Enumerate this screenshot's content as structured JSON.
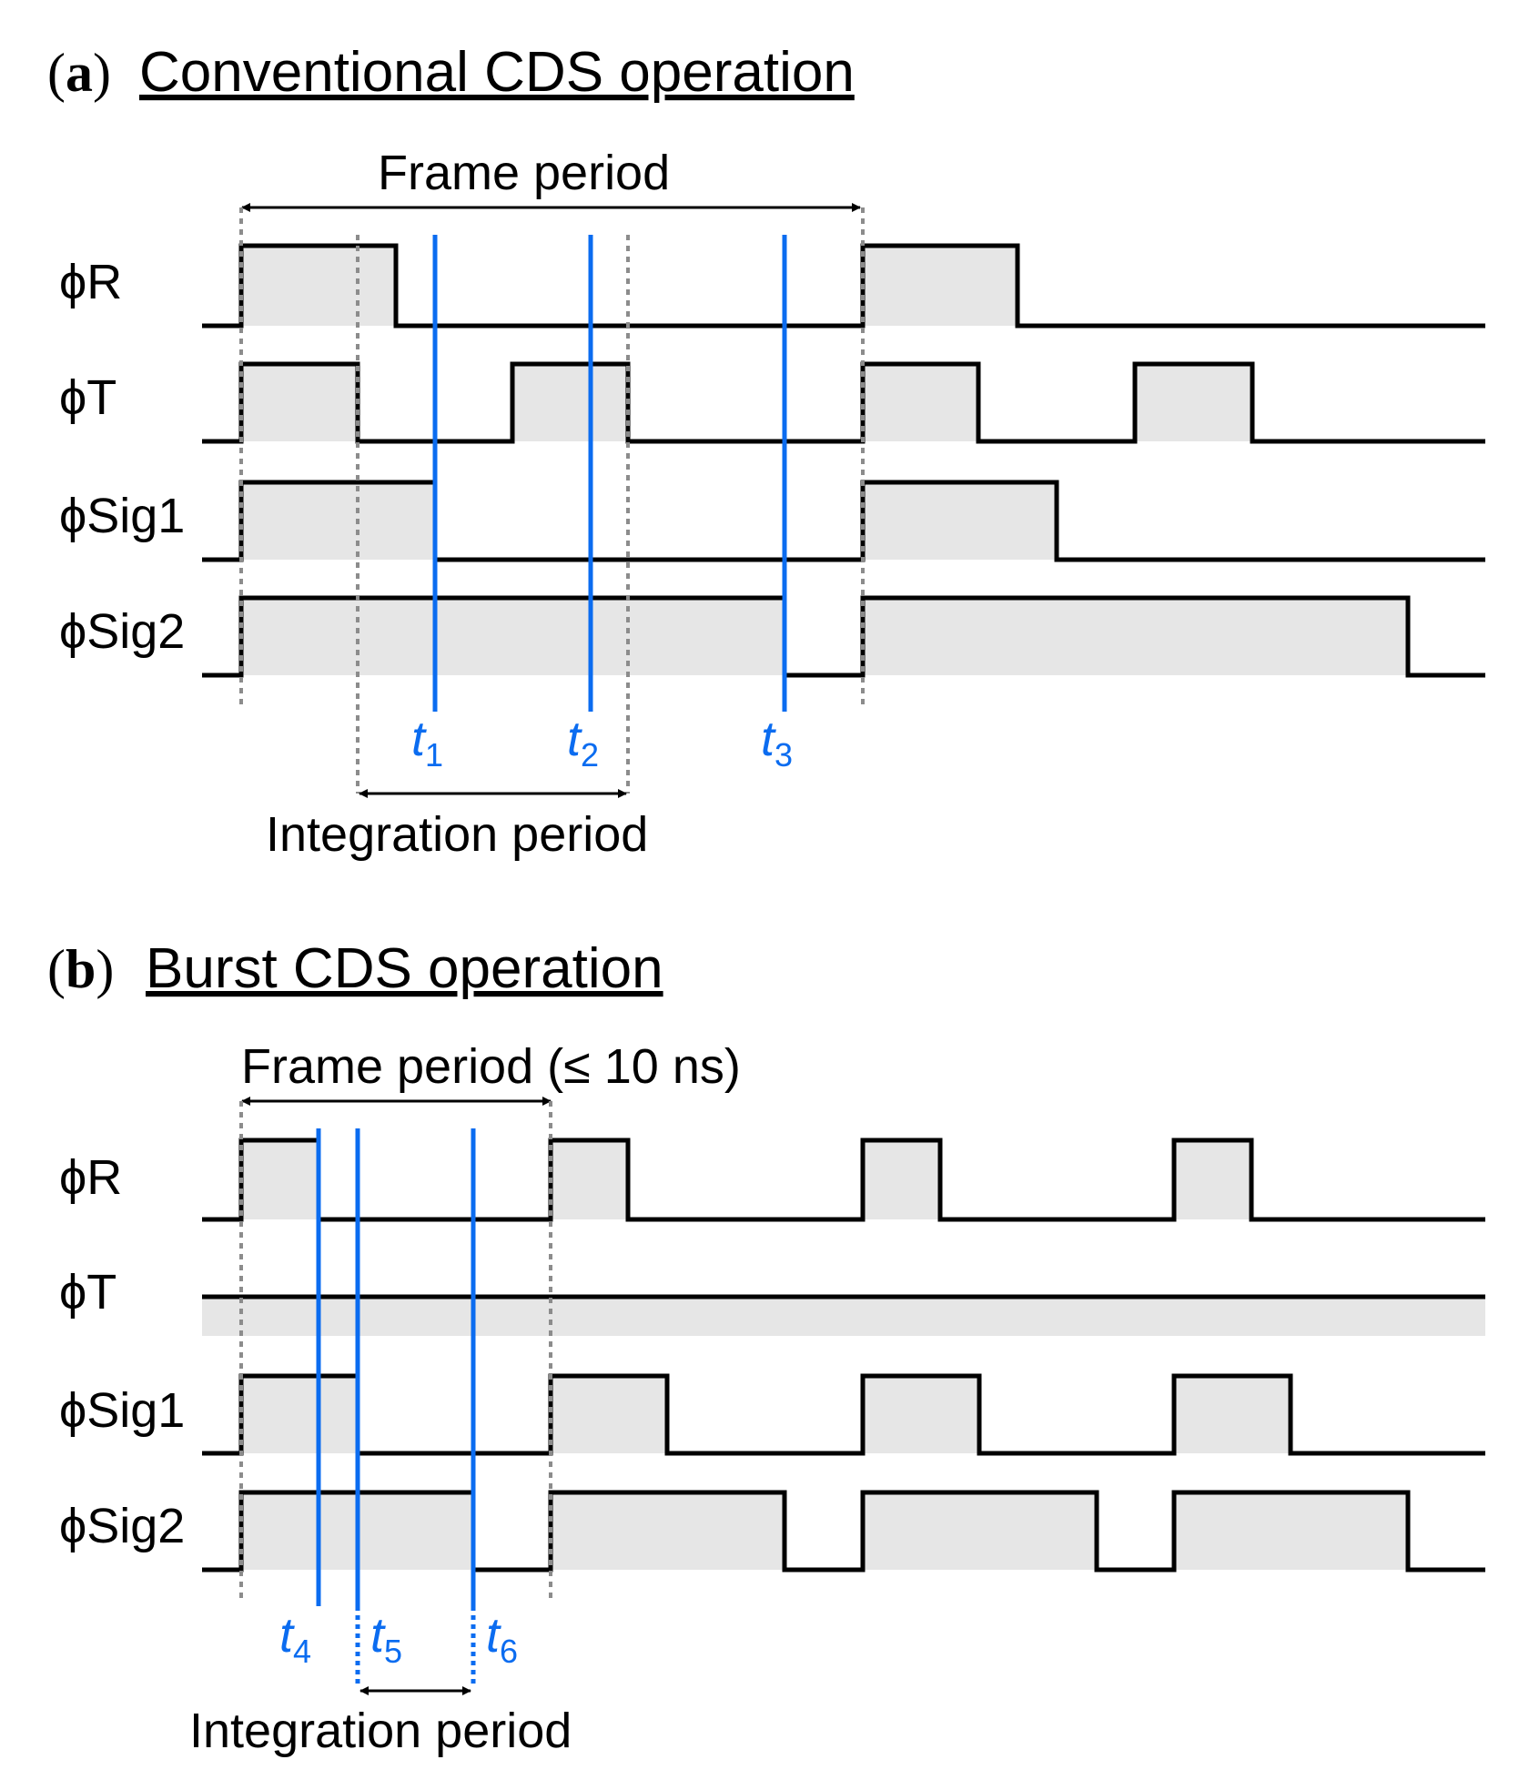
{
  "colors": {
    "signal_fill": "#e6e6e6",
    "time_marker": "#0b6cf0",
    "boundary": "#8c8c8c",
    "stroke": "#000000"
  },
  "panel_a": {
    "tag": "a",
    "title": "Conventional CDS operation",
    "frame_label": "Frame period",
    "integration_label": "Integration period",
    "signals": [
      "ϕR",
      "ϕT",
      "ϕSig1",
      "ϕSig2"
    ],
    "times": [
      {
        "base": "t",
        "sub": "1"
      },
      {
        "base": "t",
        "sub": "2"
      },
      {
        "base": "t",
        "sub": "3"
      }
    ]
  },
  "panel_b": {
    "tag": "b",
    "title": "Burst CDS operation",
    "frame_label": "Frame period (≤ 10 ns)",
    "integration_label": "Integration period",
    "signals": [
      "ϕR",
      "ϕT",
      "ϕSig1",
      "ϕSig2"
    ],
    "times": [
      {
        "base": "t",
        "sub": "4"
      },
      {
        "base": "t",
        "sub": "5"
      },
      {
        "base": "t",
        "sub": "6"
      }
    ]
  }
}
